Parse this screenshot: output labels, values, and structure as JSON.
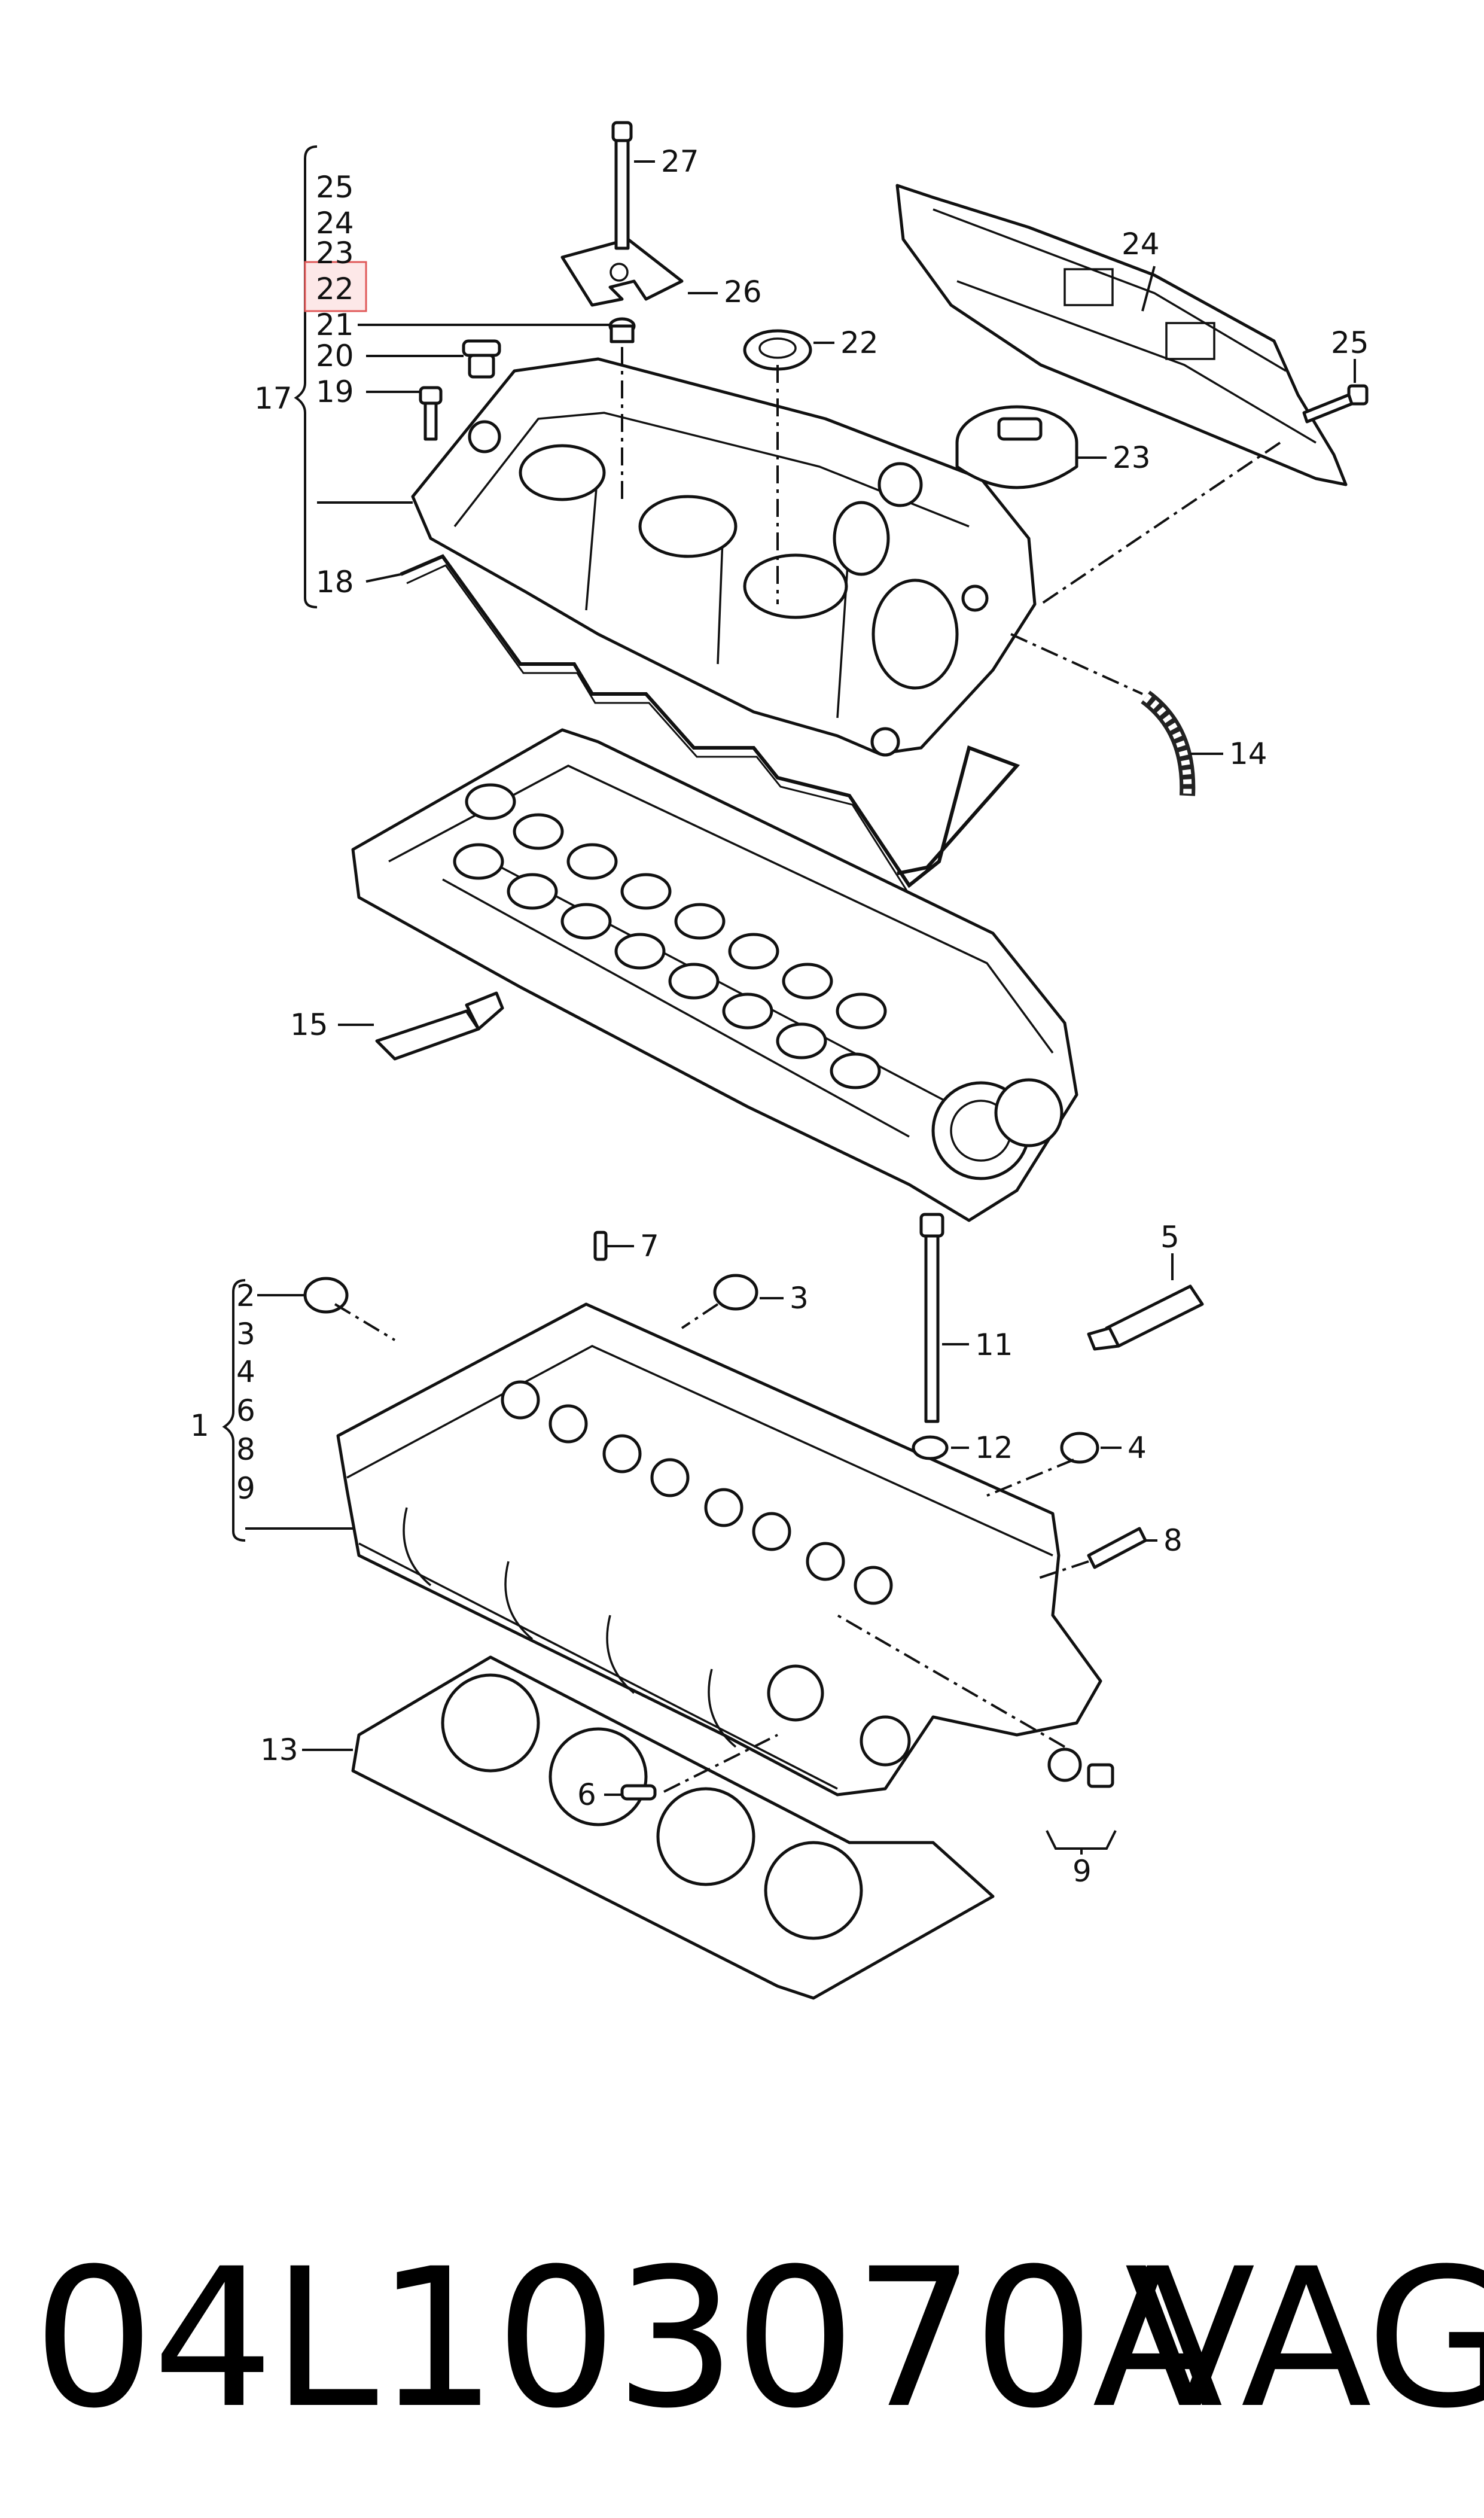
{
  "callouts": {
    "n1": "1",
    "n2": "2",
    "n3": "3",
    "n4": "4",
    "n5": "5",
    "n6": "6",
    "n7": "7",
    "n8": "8",
    "n9": "9",
    "n11": "11",
    "n12": "12",
    "n13": "13",
    "n14": "14",
    "n15": "15",
    "n17": "17",
    "n18": "18",
    "n19": "19",
    "n20": "20",
    "n21": "21",
    "n22": "22",
    "n23": "23",
    "n24": "24",
    "n25": "25",
    "n26": "26",
    "n27": "27"
  },
  "group17_list": [
    "25",
    "24",
    "23",
    "22",
    "21"
  ],
  "group1_list": [
    "2",
    "3",
    "4",
    "6",
    "8",
    "9"
  ],
  "highlighted_callout": "22",
  "highlight_color": "#e05a5a",
  "footer": {
    "part_number": "04L103070A",
    "brand": "VAG"
  }
}
